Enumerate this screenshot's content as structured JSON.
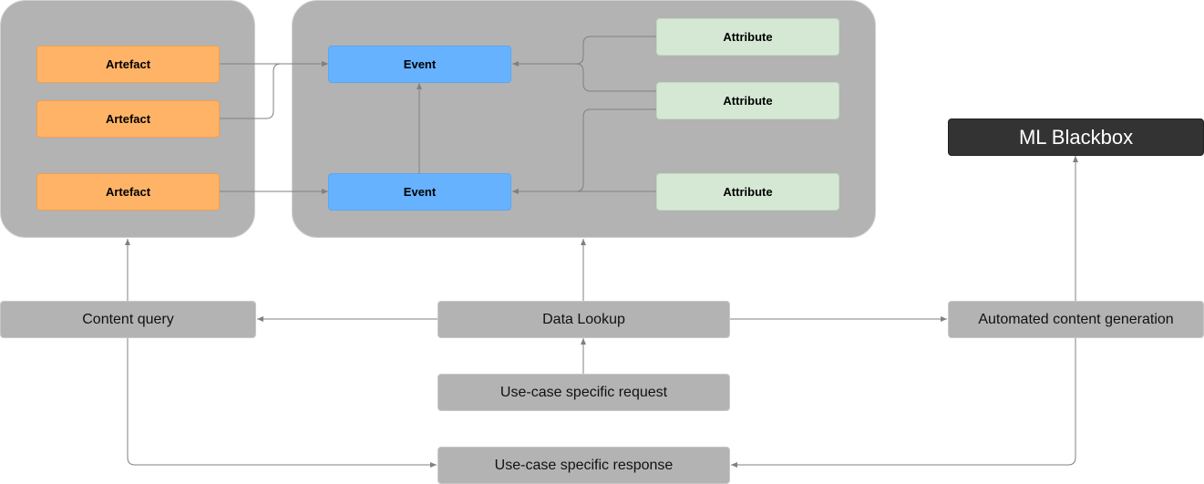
{
  "nodes": {
    "artefact_1": "Artefact",
    "artefact_2": "Artefact",
    "artefact_3": "Artefact",
    "event_1": "Event",
    "event_2": "Event",
    "attribute_1": "Attribute",
    "attribute_2": "Attribute",
    "attribute_3": "Attribute",
    "ml_blackbox": "ML Blackbox",
    "content_query": "Content query",
    "data_lookup": "Data Lookup",
    "automated_content_generation": "Automated content generation",
    "use_case_request": "Use-case specific request",
    "use_case_response": "Use-case specific response"
  },
  "colors": {
    "group_fill": "#b3b3b3",
    "artefact_fill": "#ffb366",
    "event_fill": "#66b2ff",
    "attribute_fill": "#d5e8d4",
    "blackbox_fill": "#333333",
    "edge_stroke": "#808080"
  }
}
